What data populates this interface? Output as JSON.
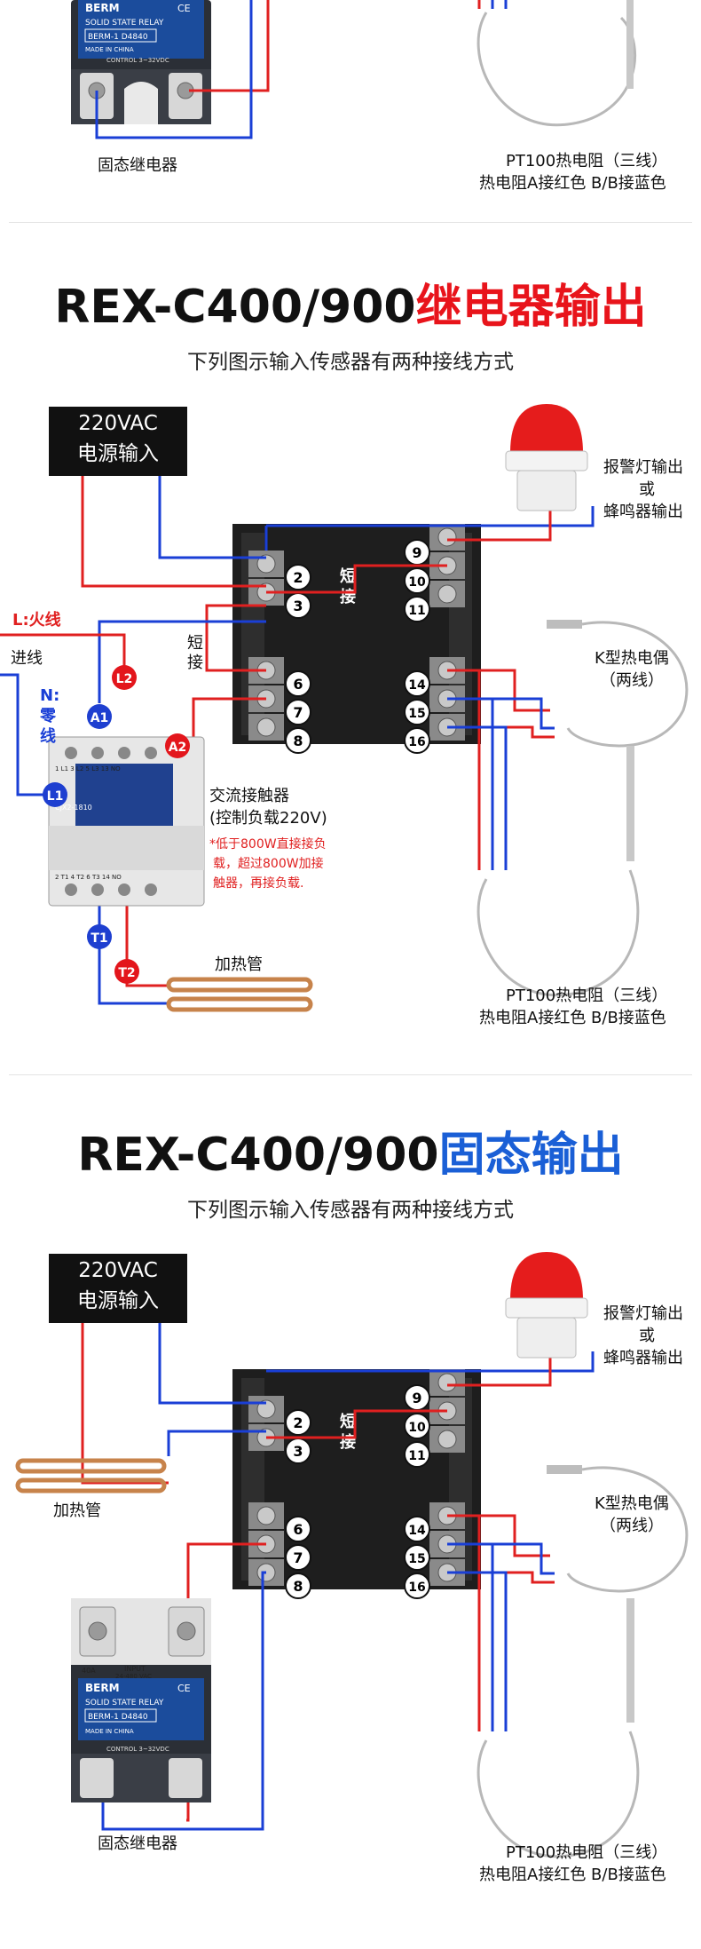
{
  "top_section": {
    "ssr_label": "固态继电器",
    "pt100_line1": "PT100热电阻（三线）",
    "pt100_line2": "热电阻A接红色  B/B接蓝色",
    "ssr_brand": "BERM",
    "ssr_ce": "CE",
    "ssr_type": "SOLID STATE RELAY",
    "ssr_model": "BERM-1 D4840",
    "ssr_made": "MADE IN CHINA",
    "ssr_control": "CONTROL 3~32VDC"
  },
  "relay_section": {
    "title_model": "REX-C400/900",
    "title_type": "继电器输出",
    "subtitle": "下列图示输入传感器有两种接线方式",
    "power_line1": "220VAC",
    "power_line2": "电源输入",
    "live_label": "L:火线",
    "in_label": "进线",
    "neutral_label_1": "N:",
    "neutral_label_2": "零",
    "neutral_label_3": "线",
    "short_label_1": "短",
    "short_label_2": "接",
    "short2_label_1": "短",
    "short2_label_2": "接",
    "alarm_line1": "报警灯输出",
    "alarm_line2": "或",
    "alarm_line3": "蜂鸣器输出",
    "tc_line1": "K型热电偶",
    "tc_line2": "（两线）",
    "contactor_line1": "交流接触器",
    "contactor_line2": "(控制负载220V)",
    "note_line1": "*低于800W直接接负",
    "note_line2": "载，超过800W加接",
    "note_line3": "触器，再接负载.",
    "heater_label": "加热管",
    "pt100_line1": "PT100热电阻（三线）",
    "pt100_line2": "热电阻A接红色  B/B接蓝色",
    "marker_A1": "A1",
    "marker_A2": "A2",
    "marker_L1": "L1",
    "marker_L2": "L2",
    "marker_T1": "T1",
    "marker_T2": "T2",
    "contactor_brand": "CJX2-1810",
    "contactor_terms_top": "1 L1   3 L2   5 L3   13 NO",
    "contactor_terms_bottom": "2 T1   4 T2   6 T3   14 NO",
    "terminals_left": [
      "2",
      "3",
      "6",
      "7",
      "8"
    ],
    "terminals_right": [
      "9",
      "10",
      "11",
      "14",
      "15",
      "16"
    ]
  },
  "ssr_section": {
    "title_model": "REX-C400/900",
    "title_type": "固态输出",
    "subtitle": "下列图示输入传感器有两种接线方式",
    "power_line1": "220VAC",
    "power_line2": "电源输入",
    "short_label_1": "短",
    "short_label_2": "接",
    "alarm_line1": "报警灯输出",
    "alarm_line2": "或",
    "alarm_line3": "蜂鸣器输出",
    "tc_line1": "K型热电偶",
    "tc_line2": "（两线）",
    "heater_label": "加热管",
    "ssr_label": "固态继电器",
    "pt100_line1": "PT100热电阻（三线）",
    "pt100_line2": "热电阻A接红色  B/B接蓝色",
    "ssr_brand": "BERM",
    "ssr_ce": "CE",
    "ssr_type": "SOLID STATE RELAY",
    "ssr_model": "BERM-1 D4840",
    "ssr_made": "MADE IN CHINA",
    "ssr_control": "CONTROL 3~32VDC",
    "ssr_input": "INPUT",
    "ssr_rating": "24-480 VAC",
    "ssr_current": "40A",
    "terminals_left": [
      "2",
      "3",
      "6",
      "7",
      "8"
    ],
    "terminals_right": [
      "9",
      "10",
      "11",
      "14",
      "15",
      "16"
    ]
  },
  "colors": {
    "red": "#e02020",
    "blue": "#1a3fd6",
    "title_red": "#e8141b",
    "title_blue": "#1a5fd6",
    "marker_blue": "#1e3fd0",
    "marker_red": "#e3161c"
  }
}
